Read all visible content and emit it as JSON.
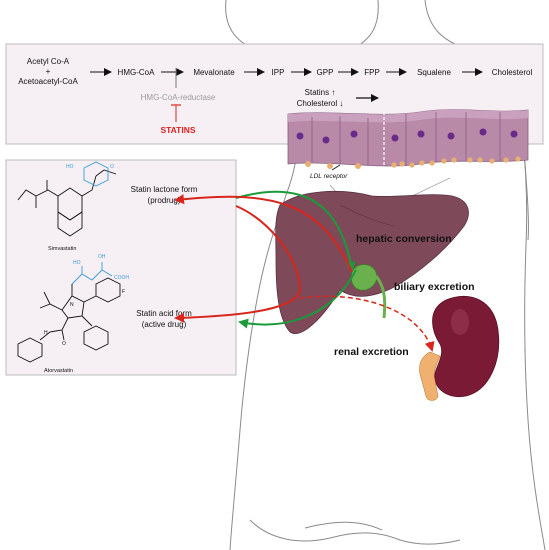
{
  "pathway": {
    "start_1": "Acetyl Co-A",
    "plus": "+",
    "start_2": "Acetoacetyl-CoA",
    "steps": [
      "HMG-CoA",
      "Mevalonate",
      "IPP",
      "GPP",
      "FPP",
      "Squalene",
      "Cholesterol"
    ],
    "enzyme": "HMG-CoA-reductase",
    "inhibitor": "STATINS",
    "effect_1": "Statins ↑",
    "effect_2": "Cholesterol ↓",
    "receptor": "LDL receptor"
  },
  "drugs": {
    "simvastatin": "Simvastatin",
    "atorvastatin": "Atorvastatin",
    "lactone_1": "Statin lactone form",
    "lactone_2": "(prodrug)",
    "acid_1": "Statin acid form",
    "acid_2": "(active drug)"
  },
  "organs": {
    "hepatic": "hepatic conversion",
    "biliary": "biliary excretion",
    "renal": "renal excretion"
  },
  "colors": {
    "green_arrow": "#1a9a3a",
    "red_arrow": "#d8261c",
    "statin_red": "#e02020",
    "liver": "#7e4a5a",
    "kidney": "#7a1a35",
    "panel_bg": "#f6f0f5",
    "chem_blue": "#3b9bd6"
  }
}
